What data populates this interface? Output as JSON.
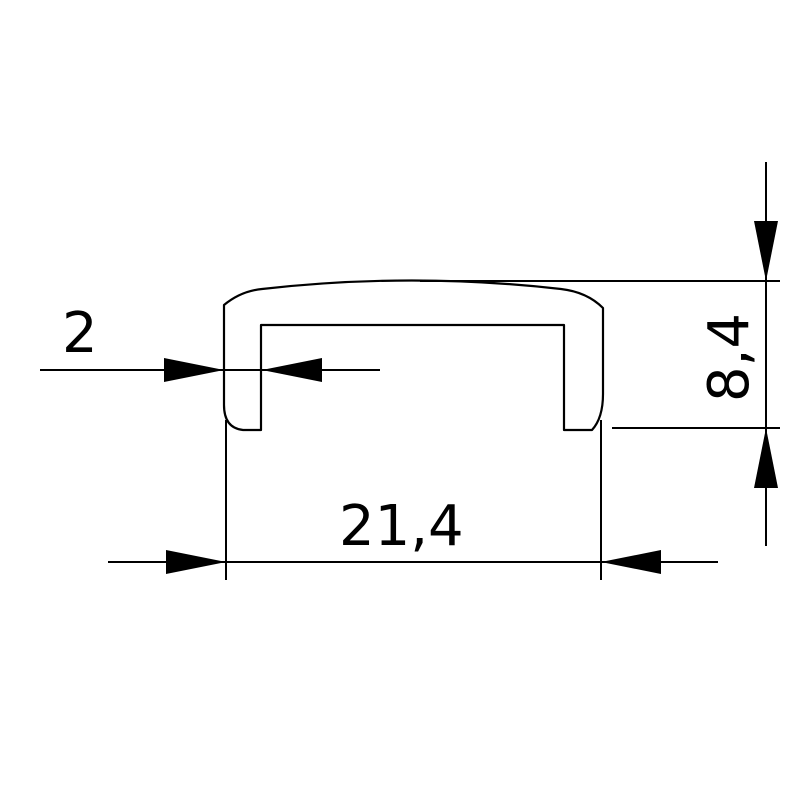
{
  "drawing": {
    "line_color": "#000000",
    "background": "#ffffff",
    "dimensions": {
      "wall_thickness": "2",
      "width": "21,4",
      "height": "8,4"
    }
  }
}
